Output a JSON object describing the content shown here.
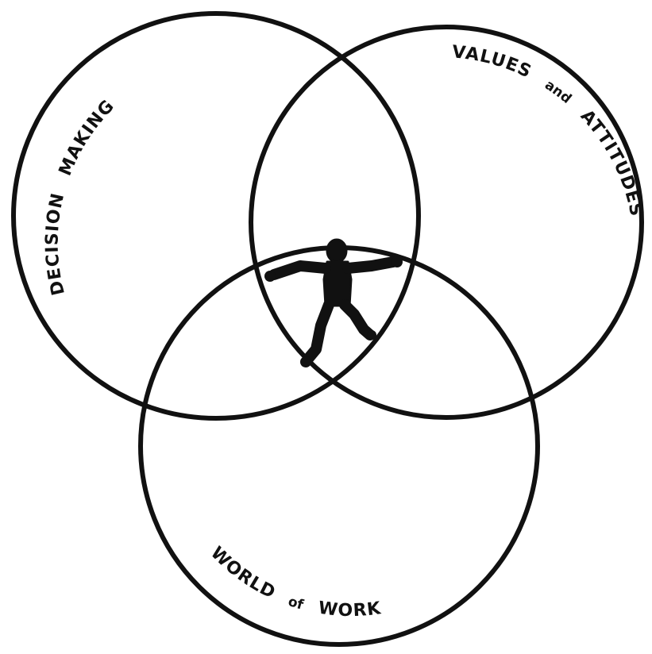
{
  "diagram": {
    "type": "venn-3",
    "circles": [
      {
        "id": "decision-making",
        "label_parts": [
          "DECISION",
          "MAKING"
        ]
      },
      {
        "id": "values-and-attitudes",
        "label_parts": [
          "VALUES",
          "and",
          "ATTITUDES"
        ]
      },
      {
        "id": "world-of-work",
        "label_parts": [
          "WORLD",
          "of",
          "WORK"
        ]
      }
    ],
    "center_figure": {
      "icon": "human-figure-icon",
      "description_visible": false
    },
    "colors": {
      "stroke": "#111111",
      "background": "#ffffff"
    }
  }
}
